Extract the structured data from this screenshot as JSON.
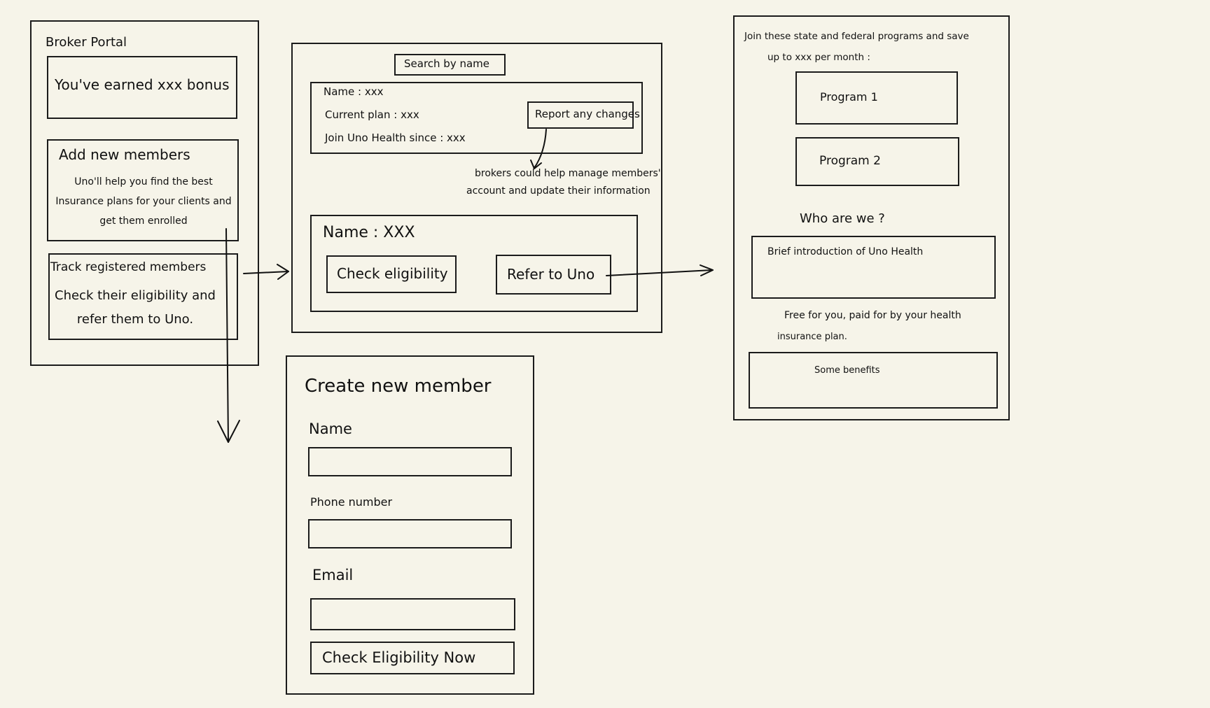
{
  "broker_portal": {
    "title": "Broker Portal",
    "bonus_text": "You've earned xxx bonus",
    "add_members": {
      "title": "Add new members",
      "description": "Uno'll help you find the best Insurance plans for your clients and get them enrolled"
    },
    "track_members": {
      "title": "Track registered members",
      "description": "Check their eligibility and refer them to Uno."
    }
  },
  "members_screen": {
    "search_placeholder": "Search by name",
    "member_card": {
      "name_line": "Name : xxx",
      "plan_line": "Current plan : xxx",
      "since_line": "Join Uno Health since : xxx",
      "report_button": "Report any changes"
    },
    "annotation_line1": "brokers could help manage members'",
    "annotation_line2": "account and update their information",
    "member_row": {
      "name": "Name : XXX",
      "check_button": "Check eligibility",
      "refer_button": "Refer to Uno"
    }
  },
  "create_member": {
    "title": "Create new member",
    "name_label": "Name",
    "phone_label": "Phone number",
    "email_label": "Email",
    "submit_button": "Check Eligibility Now"
  },
  "uno_screen": {
    "intro_line1": "Join these state and federal programs and save",
    "intro_line2": "up to xxx per month :",
    "program1": "Program 1",
    "program2": "Program 2",
    "who_title": "Who are we ?",
    "who_text": "Brief introduction of Uno Health",
    "free_line1": "Free for you, paid for by your health",
    "free_line2": "insurance plan.",
    "benefits": "Some benefits"
  }
}
